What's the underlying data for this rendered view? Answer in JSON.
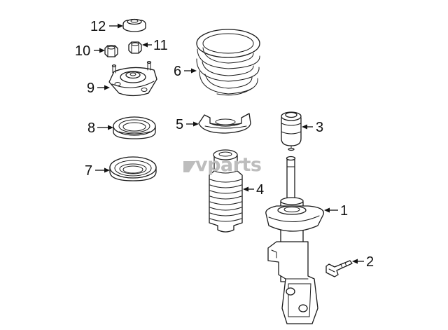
{
  "watermark": "vparts",
  "callouts": [
    {
      "id": "1",
      "label": "1"
    },
    {
      "id": "2",
      "label": "2"
    },
    {
      "id": "3",
      "label": "3"
    },
    {
      "id": "4",
      "label": "4"
    },
    {
      "id": "5",
      "label": "5"
    },
    {
      "id": "6",
      "label": "6"
    },
    {
      "id": "7",
      "label": "7"
    },
    {
      "id": "8",
      "label": "8"
    },
    {
      "id": "9",
      "label": "9"
    },
    {
      "id": "10",
      "label": "10"
    },
    {
      "id": "11",
      "label": "11"
    },
    {
      "id": "12",
      "label": "12"
    }
  ]
}
